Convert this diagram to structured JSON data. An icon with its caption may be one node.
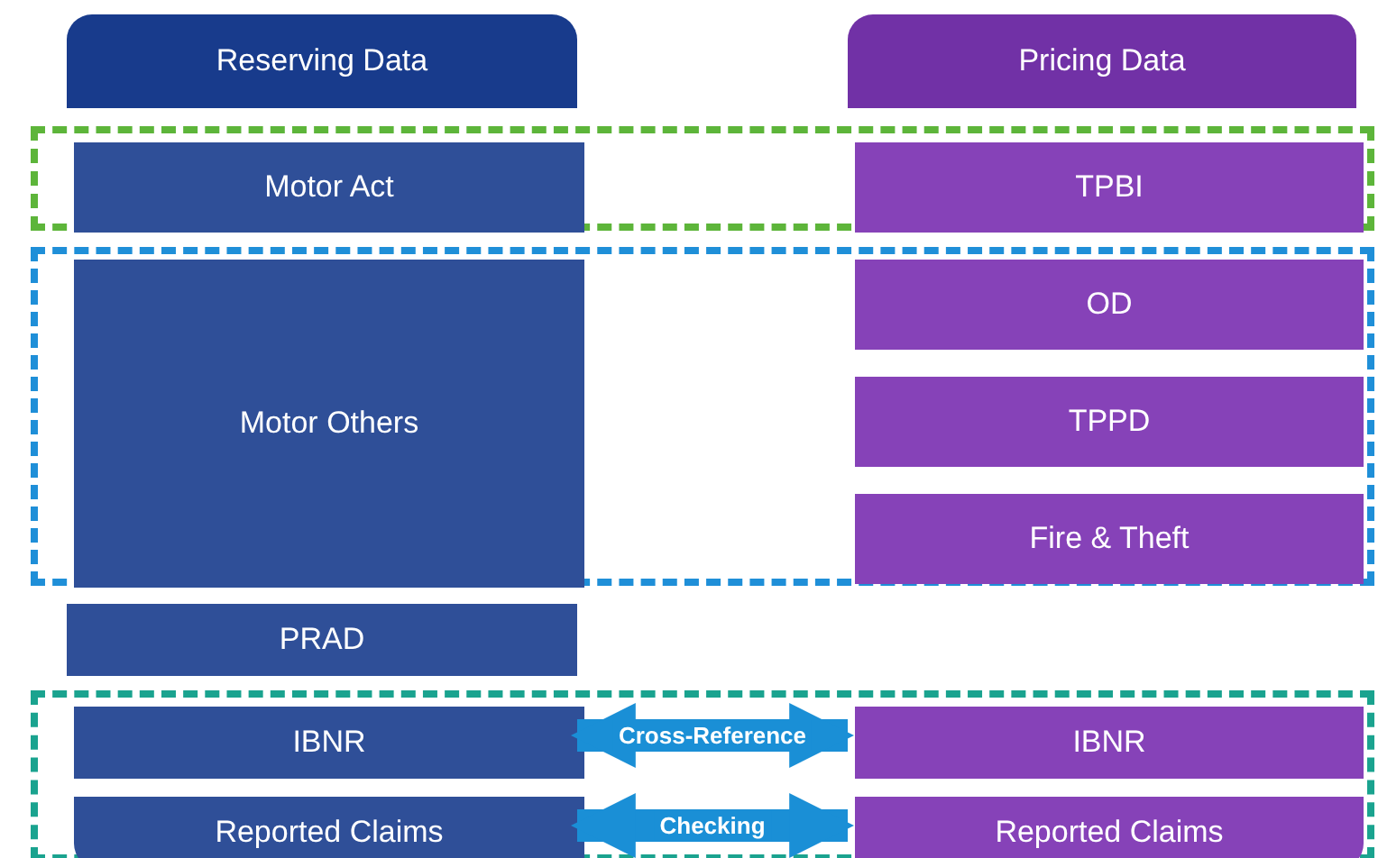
{
  "diagram": {
    "nodes": [
      {
        "text": [
          "Reserving Data"
        ]
      },
      {
        "text": [
          "Pricing Data"
        ]
      },
      {
        "text": [],
        "shape": "box"
      },
      {
        "text": [
          "Motor Act"
        ],
        "in": 2
      },
      {
        "text": [
          "TPBI"
        ],
        "in": 2
      },
      {
        "text": [],
        "shape": "box"
      },
      {
        "text": [
          "Motor Others"
        ],
        "in": 5
      },
      {
        "text": [
          "OD"
        ],
        "in": 5
      },
      {
        "text": [
          "TPPD"
        ],
        "in": 5
      },
      {
        "text": [
          "Fire & Theft"
        ],
        "in": 5
      },
      {
        "text": [
          "PRAD"
        ]
      },
      {
        "text": [],
        "shape": "box"
      },
      {
        "text": [
          "IBNR"
        ],
        "in": 11
      },
      {
        "text": [
          "IBNR"
        ],
        "in": 11
      },
      {
        "text": [
          "Reported Claims"
        ],
        "in": 11
      },
      {
        "text": [
          "Reported Claims"
        ],
        "in": 11
      }
    ],
    "edges": [
      {
        "from": 12,
        "to": 13,
        "arrow": "both",
        "label": "Cross-Reference"
      },
      {
        "from": 14,
        "to": 15,
        "arrow": "both",
        "label": "Checking"
      }
    ]
  }
}
